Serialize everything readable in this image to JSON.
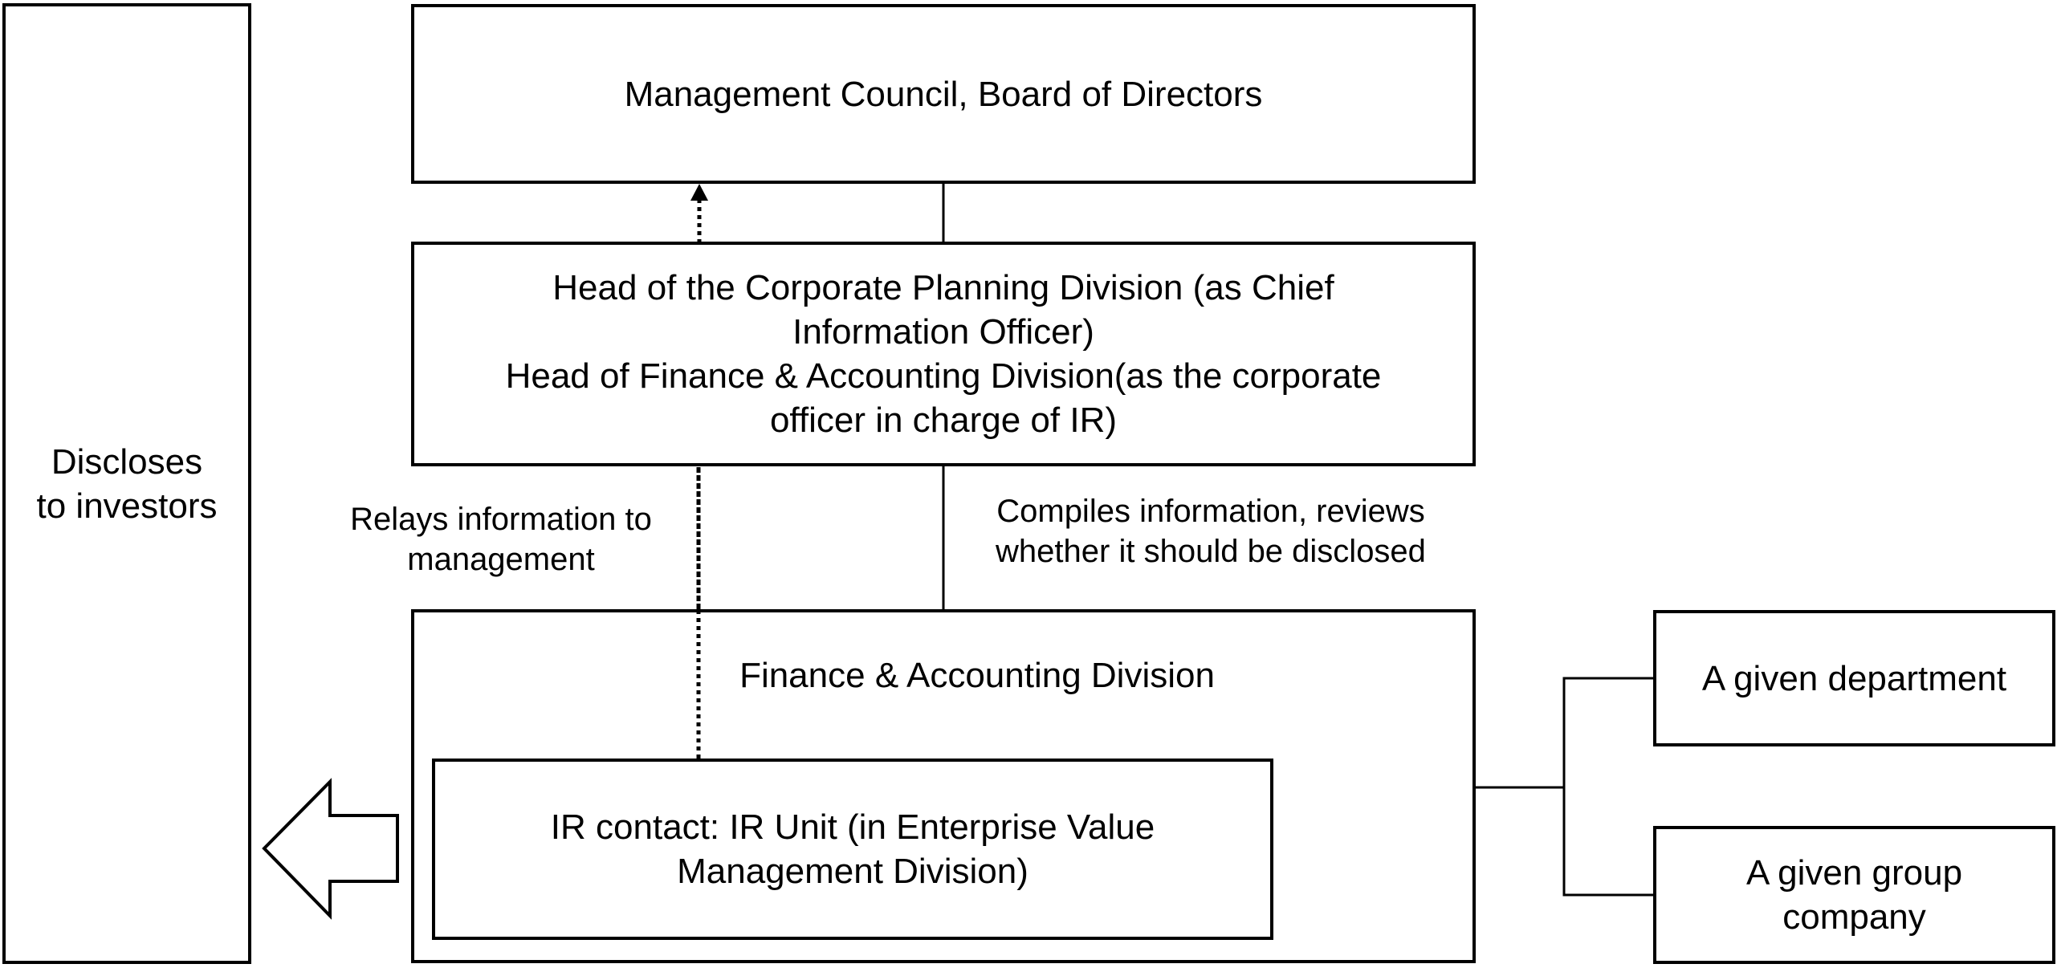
{
  "diagram": {
    "nodes": {
      "management_council": {
        "label": "Management Council, Board of Directors"
      },
      "heads": {
        "label": "Head of the Corporate Planning Division (as Chief\nInformation Officer)\nHead of Finance & Accounting Division(as the corporate\nofficer in charge of IR)"
      },
      "finance_division": {
        "label": "Finance & Accounting Division"
      },
      "ir_contact": {
        "label": "IR contact: IR Unit (in Enterprise Value\nManagement Division)"
      },
      "investors": {
        "label": "Discloses\nto investors"
      },
      "given_department": {
        "label": "A given department"
      },
      "group_company": {
        "label": "A given group\ncompany"
      }
    },
    "edge_labels": {
      "relays": "Relays information to\nmanagement",
      "compiles": "Compiles information, reviews\nwhether it should be disclosed"
    },
    "edges": [
      {
        "from": "ir_contact",
        "to": "management_council",
        "style": "dotted",
        "arrow": "up"
      },
      {
        "from": "management_council",
        "to": "heads",
        "style": "solid"
      },
      {
        "from": "heads",
        "to": "finance_division",
        "style": "solid"
      },
      {
        "from": "finance_division",
        "to": "given_department",
        "style": "solid"
      },
      {
        "from": "finance_division",
        "to": "group_company",
        "style": "solid"
      },
      {
        "from": "ir_contact",
        "to": "investors",
        "style": "block-arrow",
        "arrow": "left"
      }
    ],
    "colors": {
      "stroke": "#000000",
      "fill": "#ffffff"
    }
  }
}
